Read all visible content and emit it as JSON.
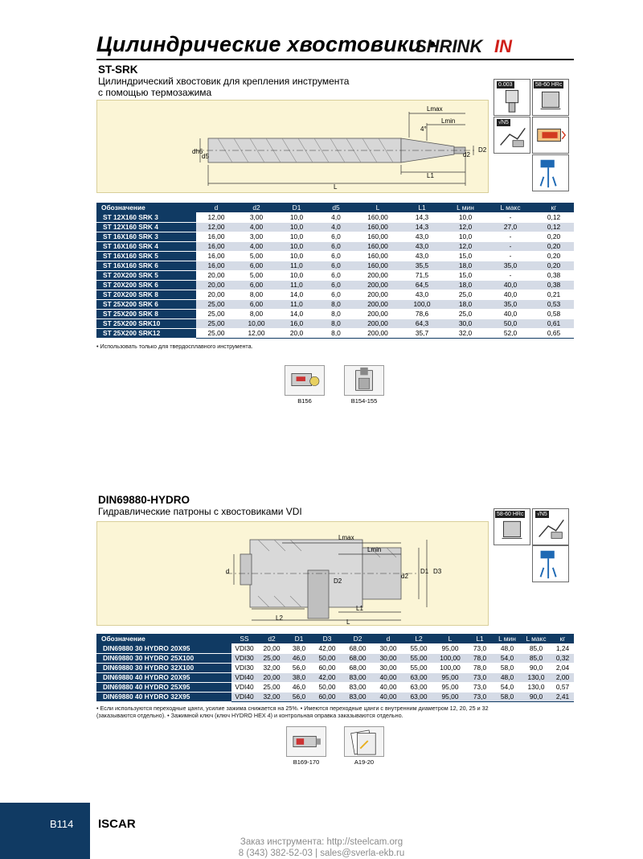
{
  "header": {
    "title": "Цилиндрические хвостовики •",
    "brand_logo": "SHRINKIN"
  },
  "section1": {
    "code": "ST-SRK",
    "description_line1": "Цилиндрический хвостовик для крепления инструмента",
    "description_line2": "с помощью термозажима",
    "icons": {
      "tolerance": "0.003",
      "hardness": "58-60 HRc",
      "roughness": "√N5"
    },
    "drawing_labels": {
      "lmax": "Lmax",
      "lmin": "Lmin",
      "angle": "4°",
      "dh6": "dh6",
      "d5": "d5",
      "d2": "d2",
      "D2": "D2",
      "L1": "L1",
      "L": "L"
    },
    "columns": [
      "Обозначение",
      "d",
      "d2",
      "D1",
      "d5",
      "L",
      "L1",
      "L мин",
      "L макс",
      "кг"
    ],
    "rows": [
      [
        "ST 12X160 SRK 3",
        "12,00",
        "3,00",
        "10,0",
        "4,0",
        "160,00",
        "14,3",
        "10,0",
        "-",
        "0,12"
      ],
      [
        "ST 12X160 SRK 4",
        "12,00",
        "4,00",
        "10,0",
        "4,0",
        "160,00",
        "14,3",
        "12,0",
        "27,0",
        "0,12"
      ],
      [
        "ST 16X160 SRK 3",
        "16,00",
        "3,00",
        "10,0",
        "6,0",
        "160,00",
        "43,0",
        "10,0",
        "-",
        "0,20"
      ],
      [
        "ST 16X160 SRK 4",
        "16,00",
        "4,00",
        "10,0",
        "6,0",
        "160,00",
        "43,0",
        "12,0",
        "-",
        "0,20"
      ],
      [
        "ST 16X160 SRK 5",
        "16,00",
        "5,00",
        "10,0",
        "6,0",
        "160,00",
        "43,0",
        "15,0",
        "-",
        "0,20"
      ],
      [
        "ST 16X160 SRK 6",
        "16,00",
        "6,00",
        "11,0",
        "6,0",
        "160,00",
        "35,5",
        "18,0",
        "35,0",
        "0,20"
      ],
      [
        "ST 20X200 SRK 5",
        "20,00",
        "5,00",
        "10,0",
        "6,0",
        "200,00",
        "71,5",
        "15,0",
        "-",
        "0,38"
      ],
      [
        "ST 20X200 SRK 6",
        "20,00",
        "6,00",
        "11,0",
        "6,0",
        "200,00",
        "64,5",
        "18,0",
        "40,0",
        "0,38"
      ],
      [
        "ST 20X200 SRK 8",
        "20,00",
        "8,00",
        "14,0",
        "6,0",
        "200,00",
        "43,0",
        "25,0",
        "40,0",
        "0,21"
      ],
      [
        "ST 25X200 SRK 6",
        "25,00",
        "6,00",
        "11,0",
        "8,0",
        "200,00",
        "100,0",
        "18,0",
        "35,0",
        "0,53"
      ],
      [
        "ST 25X200 SRK 8",
        "25,00",
        "8,00",
        "14,0",
        "8,0",
        "200,00",
        "78,6",
        "25,0",
        "40,0",
        "0,58"
      ],
      [
        "ST 25X200 SRK10",
        "25,00",
        "10,00",
        "16,0",
        "8,0",
        "200,00",
        "64,3",
        "30,0",
        "50,0",
        "0,61"
      ],
      [
        "ST 25X200 SRK12",
        "25,00",
        "12,00",
        "20,0",
        "8,0",
        "200,00",
        "35,7",
        "32,0",
        "52,0",
        "0,65"
      ]
    ],
    "note": "• Использовать только для твердосплавного инструмента.",
    "refs": [
      "B156",
      "B154-155"
    ]
  },
  "section2": {
    "code": "DIN69880-HYDRO",
    "description": "Гидравлические патроны с хвостовиками VDI",
    "icons": {
      "hardness": "58-60 HRc",
      "roughness": "√N5"
    },
    "drawing_labels": {
      "lmax": "Lmax",
      "lmin": "Lmin",
      "d": "d",
      "d2": "d2",
      "D1": "D1",
      "D2": "D2",
      "D3": "D3",
      "L1": "L1",
      "L2": "L2",
      "L": "L"
    },
    "columns": [
      "Обозначение",
      "SS",
      "d2",
      "D1",
      "D3",
      "D2",
      "d",
      "L2",
      "L",
      "L1",
      "L мин",
      "L макс",
      "кг"
    ],
    "rows": [
      [
        "DIN69880 30 HYDRO 20X95",
        "VDI30",
        "20,00",
        "38,0",
        "42,00",
        "68,00",
        "30,00",
        "55,00",
        "95,00",
        "73,0",
        "48,0",
        "85,0",
        "1,24"
      ],
      [
        "DIN69880 30 HYDRO 25X100",
        "VDI30",
        "25,00",
        "46,0",
        "50,00",
        "68,00",
        "30,00",
        "55,00",
        "100,00",
        "78,0",
        "54,0",
        "85,0",
        "0,32"
      ],
      [
        "DIN69880 30 HYDRO 32X100",
        "VDI30",
        "32,00",
        "56,0",
        "60,00",
        "68,00",
        "30,00",
        "55,00",
        "100,00",
        "78,0",
        "58,0",
        "90,0",
        "2,04"
      ],
      [
        "DIN69880 40 HYDRO 20X95",
        "VDI40",
        "20,00",
        "38,0",
        "42,00",
        "83,00",
        "40,00",
        "63,00",
        "95,00",
        "73,0",
        "48,0",
        "130,0",
        "2,00"
      ],
      [
        "DIN69880 40 HYDRO 25X95",
        "VDI40",
        "25,00",
        "46,0",
        "50,00",
        "83,00",
        "40,00",
        "63,00",
        "95,00",
        "73,0",
        "54,0",
        "130,0",
        "0,57"
      ],
      [
        "DIN69880 40 HYDRO 32X95",
        "VDI40",
        "32,00",
        "56,0",
        "60,00",
        "83,00",
        "40,00",
        "63,00",
        "95,00",
        "73,0",
        "58,0",
        "90,0",
        "2,41"
      ]
    ],
    "note_line1": "• Если используются переходные цанги, усилие зажима снижается на 25%.  • Имеются переходные цанги с внутренним диаметром 12, 20, 25 и 32",
    "note_line2": "(заказываются отдельно).  • Зажимной ключ (ключ HYDRO HEX 4) и контрольная оправка заказываются отдельно.",
    "refs": [
      "B169-170",
      "A19-20"
    ]
  },
  "footer": {
    "page_number": "B114",
    "brand": "ISCAR",
    "order_line": "Заказ инструмента: http://steelcam.org",
    "contact_line": "8 (343) 382-52-03  |  sales@sverla-ekb.ru"
  },
  "colors": {
    "header_blue": "#103a63",
    "row_alt": "#d5dbe6",
    "drawing_bg": "#fbf5d6",
    "brand_red": "#d0201a"
  }
}
